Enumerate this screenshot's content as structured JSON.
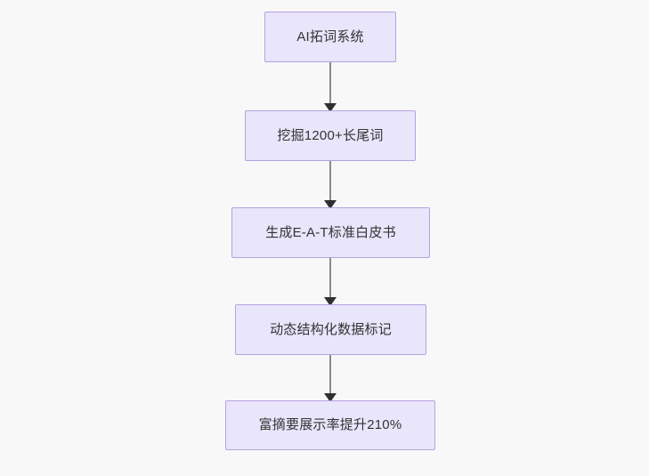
{
  "diagram": {
    "type": "flowchart",
    "direction": "top-to-bottom",
    "background_color": "#f8f8f8",
    "node_fill_color": "#e9e5fb",
    "node_border_color": "#b6a2e0",
    "node_text_color": "#333333",
    "edge_line_color": "#8a8a8a",
    "edge_arrow_color": "#2f2f2f",
    "nodes": [
      {
        "id": "n1",
        "label": "AI拓词系统"
      },
      {
        "id": "n2",
        "label": "挖掘1200+长尾词"
      },
      {
        "id": "n3",
        "label": "生成E-A-T标准白皮书"
      },
      {
        "id": "n4",
        "label": "动态结构化数据标记"
      },
      {
        "id": "n5",
        "label": "富摘要展示率提升210%"
      }
    ],
    "edges": [
      {
        "id": "e1",
        "from": "n1",
        "to": "n2",
        "label": ""
      },
      {
        "id": "e2",
        "from": "n2",
        "to": "n3",
        "label": ""
      },
      {
        "id": "e3",
        "from": "n3",
        "to": "n4",
        "label": ""
      },
      {
        "id": "e4",
        "from": "n4",
        "to": "n5",
        "label": ""
      }
    ]
  }
}
